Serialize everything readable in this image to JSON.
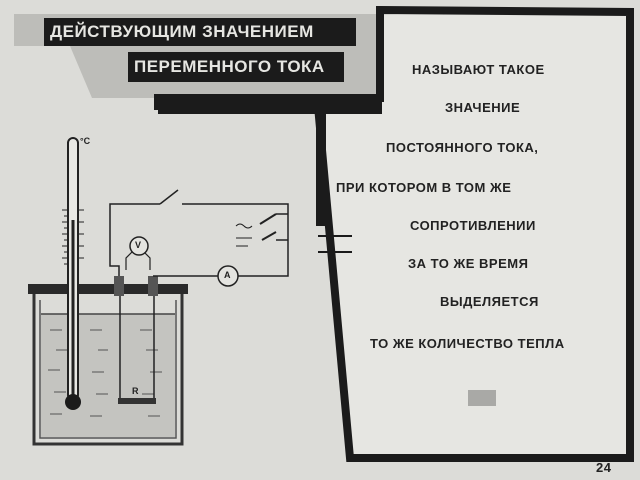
{
  "title": {
    "line1": "ДЕЙСТВУЮЩИМ ЗНАЧЕНИЕМ",
    "line2": "ПЕРЕМЕННОГО ТОКА"
  },
  "definition": {
    "lines": [
      "НАЗЫВАЮТ ТАКОЕ",
      "ЗНАЧЕНИЕ",
      "ПОСТОЯННОГО ТОКА,",
      "ПРИ КОТОРОМ   В ТОМ ЖЕ",
      "СОПРОТИВЛЕНИИ",
      "ЗА ТО ЖЕ ВРЕМЯ",
      "ВЫДЕЛЯЕТСЯ",
      "ТО ЖЕ КОЛИЧЕСТВО ТЕПЛА"
    ]
  },
  "diagram": {
    "thermometer_unit": "°C",
    "voltmeter_symbol": "V",
    "ammeter_symbol": "A",
    "resistor_symbol": "R"
  },
  "page_number": "24",
  "colors": {
    "background": "#dcdcd8",
    "ink": "#1a1a1a",
    "banner": "#bdbdb9",
    "frame_inner": "#e4e4e0"
  }
}
